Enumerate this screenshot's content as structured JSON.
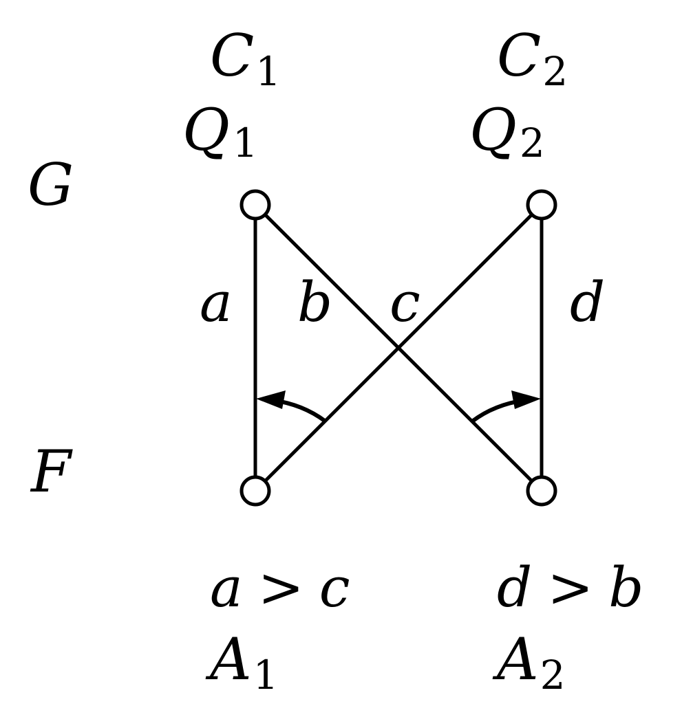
{
  "row_labels": {
    "top": "G",
    "bottom": "F"
  },
  "top_nodes": [
    {
      "class_base": "C",
      "class_sub": "1",
      "quality_base": "Q",
      "quality_sub": "1"
    },
    {
      "class_base": "C",
      "class_sub": "2",
      "quality_base": "Q",
      "quality_sub": "2"
    }
  ],
  "bottom_nodes": [
    {
      "action_base": "A",
      "action_sub": "1",
      "cond_left": "a",
      "cond_op": ">",
      "cond_right": "c"
    },
    {
      "action_base": "A",
      "action_sub": "2",
      "cond_left": "d",
      "cond_op": ">",
      "cond_right": "b"
    }
  ],
  "edge_labels": {
    "a": "a",
    "b": "b",
    "c": "c",
    "d": "d"
  }
}
